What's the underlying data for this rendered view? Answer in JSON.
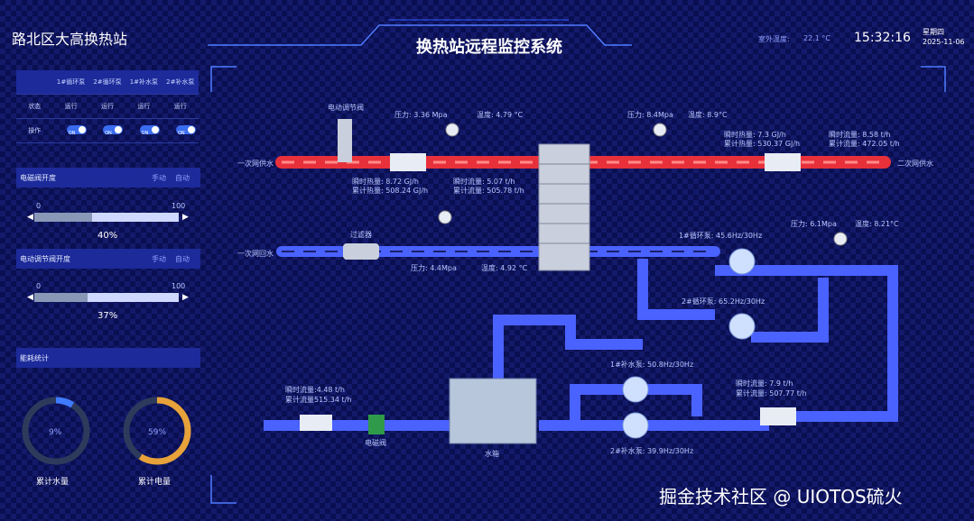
{
  "header": {
    "site": "路北区大高换热站",
    "title": "换热站远程监控系统",
    "outdoor_label": "室外温度:",
    "outdoor_value": "22.1 °C",
    "time": "15:32:16",
    "weekday": "星期四",
    "date": "2025-11-06"
  },
  "pump_table": {
    "headers": [
      "",
      "1#循环泵",
      "2#循环泵",
      "1#补水泵",
      "2#补水泵"
    ],
    "status_label": "状态",
    "status": [
      "运行",
      "运行",
      "运行",
      "运行"
    ],
    "op_label": "操作",
    "op": [
      "ON",
      "ON",
      "ON",
      "ON"
    ]
  },
  "valve1": {
    "title": "电磁阀开度",
    "manual": "手动",
    "auto": "自动",
    "min": "0",
    "max": "100",
    "value": "40%",
    "fraction": 0.4
  },
  "valve2": {
    "title": "电动调节阀开度",
    "manual": "手动",
    "auto": "自动",
    "min": "0",
    "max": "100",
    "value": "37%",
    "fraction": 0.37
  },
  "energy": {
    "title": "能耗统计",
    "water_pct": "9%",
    "water_label": "累计水量",
    "water_fraction": 0.09,
    "power_pct": "59%",
    "power_label": "累计电量",
    "power_fraction": 0.59
  },
  "diagram": {
    "valve_label": "电动调节阀",
    "supply1": "一次网供水",
    "return1": "一次网回水",
    "supply2": "二次网供水",
    "p1": "压力:  3.36  Mpa",
    "t1": "温度:      4.79      °C",
    "p2": "压力:  8.4Mpa",
    "t2": "温度:  8.9°C",
    "inst_heat": "瞬时热量:     7.3   GJ/h",
    "cum_heat": "累计热量:  530.37  GJ/h",
    "inst_flow2": "瞬时流量:       8.58       t/h",
    "cum_flow2": "累计流量:   472.05      t/h",
    "inst_heat1": "瞬时热量:  8.72   GJ/h",
    "cum_heat1": "累计热量:  508.24  GJ/h",
    "inst_flow1": "瞬时流量:  5.07       t/h",
    "cum_flow1": "累计流量:  505.78    t/h",
    "filter": "过滤器",
    "p3": "压力: 4.4Mpa",
    "t3": "温度:     4.92  °C",
    "pump1": "1#循环泵:      45.6Hz/30Hz",
    "p4": "压力:  6.1Mpa",
    "t4": "温度:   8.21°C",
    "pump2": "2#循环泵:      65.2Hz/30Hz",
    "make1": "1#补水泵:      50.8Hz/30Hz",
    "make2": "2#补水泵:      39.9Hz/30Hz",
    "inst_flow3": "瞬时流量:      7.9      t/h",
    "cum_flow3": "累计流量:    507.77     t/h",
    "inst_flow4": "瞬时流量:4.48     t/h",
    "cum_flow4": "累计流量515.34   t/h",
    "solenoid": "电磁阀",
    "tank": "水箱"
  },
  "watermark": "掘金技术社区 @ UIOTOS硫火"
}
